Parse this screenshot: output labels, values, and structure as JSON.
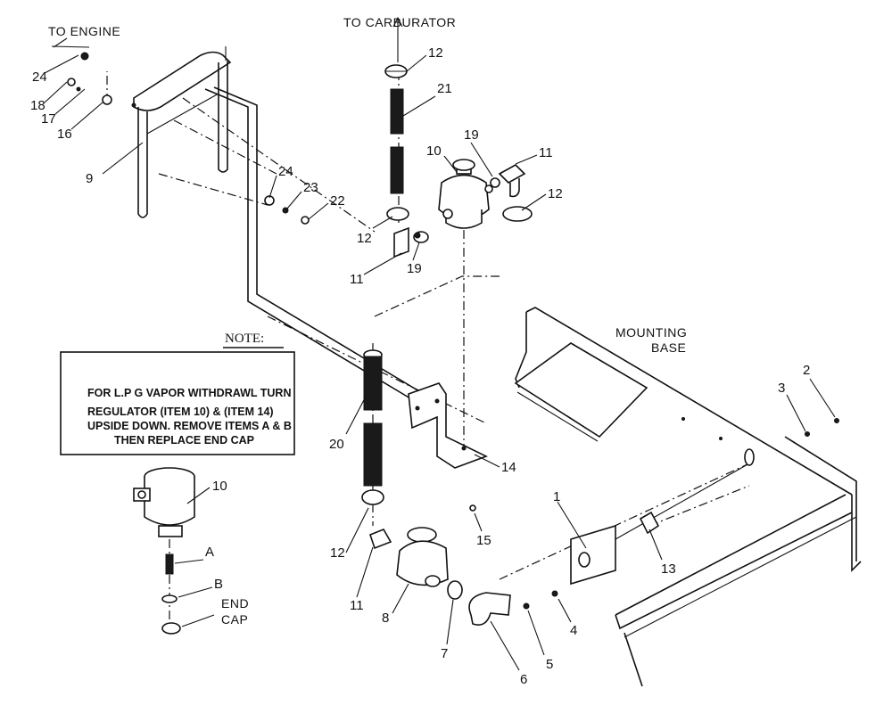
{
  "captions": {
    "to_engine": "TO ENGINE",
    "to_carburator": "TO CARBURATOR",
    "mounting_base": "MOUNTING\nBASE",
    "end_cap": "END\nCAP"
  },
  "note": {
    "title": "NOTE:",
    "lines": [
      "FOR L.P G  VAPOR WITHDRAWL TURN",
      "REGULATOR (ITEM 10) & (ITEM 14)",
      "UPSIDE DOWN.  REMOVE ITEMS A & B",
      "THEN REPLACE END CAP"
    ]
  },
  "callouts": [
    "24",
    "18",
    "17",
    "16",
    "9",
    "12",
    "21",
    "10",
    "19",
    "11",
    "12",
    "24",
    "23",
    "22",
    "12",
    "11",
    "19",
    "20",
    "14",
    "15",
    "12",
    "11",
    "8",
    "7",
    "6",
    "5",
    "4",
    "1",
    "13",
    "3",
    "2",
    "10",
    "A",
    "B"
  ]
}
